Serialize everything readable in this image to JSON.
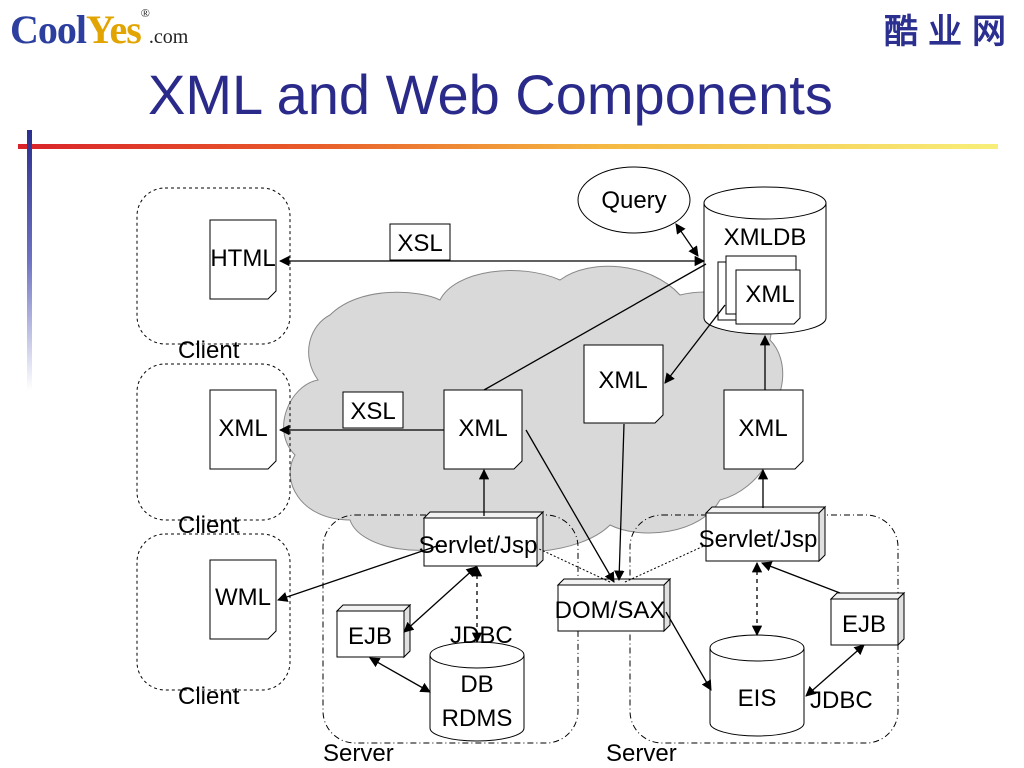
{
  "header": {
    "logo_part1": "Cool",
    "logo_part2": "Yes",
    "logo_reg": "®",
    "logo_suffix": ".com",
    "brand_cn": "酷业网"
  },
  "slide": {
    "title": "XML and Web Components"
  },
  "diagram": {
    "query": "Query",
    "xmldb": "XMLDB",
    "xmldb_doc": "XML",
    "xsl_top": "XSL",
    "xsl_mid": "XSL",
    "html_doc": "HTML",
    "client_xml_doc": "XML",
    "wml_doc": "WML",
    "client_label_1": "Client",
    "client_label_2": "Client",
    "client_label_3": "Client",
    "cloud_xml_center": "XML",
    "cloud_xml_left": "XML",
    "cloud_xml_right": "XML",
    "servlet_left": "Servlet/Jsp",
    "servlet_right": "Servlet/Jsp",
    "dom_sax": "DOM/SAX",
    "ejb_left": "EJB",
    "ejb_right": "EJB",
    "jdbc_left": "JDBC",
    "jdbc_right": "JDBC",
    "db_line1": "DB",
    "db_line2": "RDMS",
    "eis": "EIS",
    "server_label_1": "Server",
    "server_label_2": "Server"
  }
}
